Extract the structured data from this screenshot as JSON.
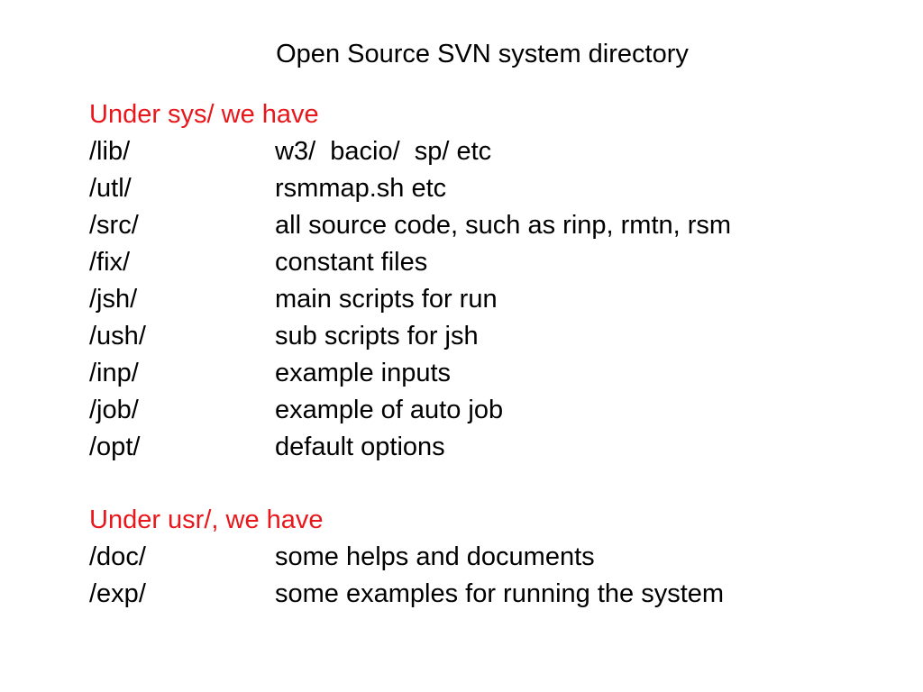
{
  "slide": {
    "title": "Open Source SVN system directory",
    "colors": {
      "background": "#ffffff",
      "text": "#000000",
      "heading": "#e8171b"
    },
    "sections": [
      {
        "heading": "Under sys/ we have",
        "items": [
          {
            "path": "/lib/",
            "description": "w3/  bacio/  sp/ etc"
          },
          {
            "path": "/utl/",
            "description": "rsmmap.sh etc"
          },
          {
            "path": "/src/",
            "description": "all source code, such as rinp, rmtn, rsm"
          },
          {
            "path": "/fix/",
            "description": "constant files"
          },
          {
            "path": "/jsh/",
            "description": "main scripts for run"
          },
          {
            "path": "/ush/",
            "description": "sub scripts for jsh"
          },
          {
            "path": "/inp/",
            "description": "example inputs"
          },
          {
            "path": "/job/",
            "description": "example of auto job"
          },
          {
            "path": "/opt/",
            "description": "default options"
          }
        ]
      },
      {
        "heading": "Under usr/, we have",
        "items": [
          {
            "path": "/doc/",
            "description": "some helps and documents"
          },
          {
            "path": "/exp/",
            "description": "some examples for running the system"
          }
        ]
      }
    ]
  }
}
